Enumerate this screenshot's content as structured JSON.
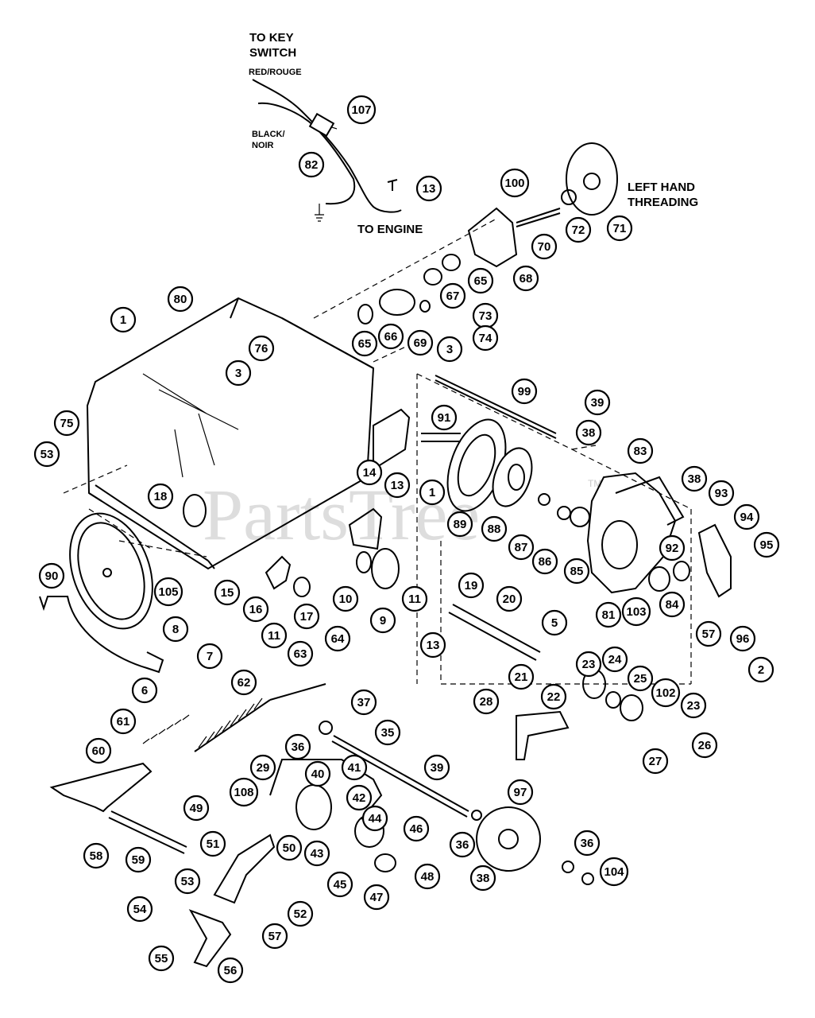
{
  "labels": {
    "to_key_switch_line1": "TO KEY",
    "to_key_switch_line2": "SWITCH",
    "red_rouge": "RED/ROUGE",
    "black_line1": "BLACK/",
    "black_line2": "NOIR",
    "to_engine": "TO ENGINE",
    "left_hand_line1": "LEFT HAND",
    "left_hand_line2": "THREADING",
    "watermark": "PartsTree",
    "trademark": "TM"
  },
  "callouts": [
    "107",
    "82",
    "13",
    "100",
    "72",
    "71",
    "70",
    "68",
    "65",
    "67",
    "73",
    "74",
    "3",
    "69",
    "66",
    "65",
    "80",
    "1",
    "76",
    "3",
    "75",
    "53",
    "18",
    "14",
    "13",
    "91",
    "1",
    "99",
    "39",
    "38",
    "83",
    "38",
    "93",
    "94",
    "95",
    "89",
    "88",
    "87",
    "86",
    "85",
    "81",
    "103",
    "84",
    "92",
    "57",
    "96",
    "2",
    "105",
    "90",
    "15",
    "16",
    "11",
    "17",
    "10",
    "9",
    "11",
    "8",
    "7",
    "6",
    "19",
    "20",
    "5",
    "23",
    "24",
    "25",
    "102",
    "23",
    "26",
    "27",
    "21",
    "22",
    "13",
    "28",
    "63",
    "64",
    "62",
    "37",
    "35",
    "61",
    "60",
    "36",
    "41",
    "29",
    "40",
    "108",
    "42",
    "44",
    "46",
    "39",
    "49",
    "50",
    "51",
    "43",
    "45",
    "47",
    "48",
    "36",
    "97",
    "38",
    "36",
    "104",
    "58",
    "59",
    "53",
    "54",
    "57",
    "55",
    "56",
    "52"
  ]
}
